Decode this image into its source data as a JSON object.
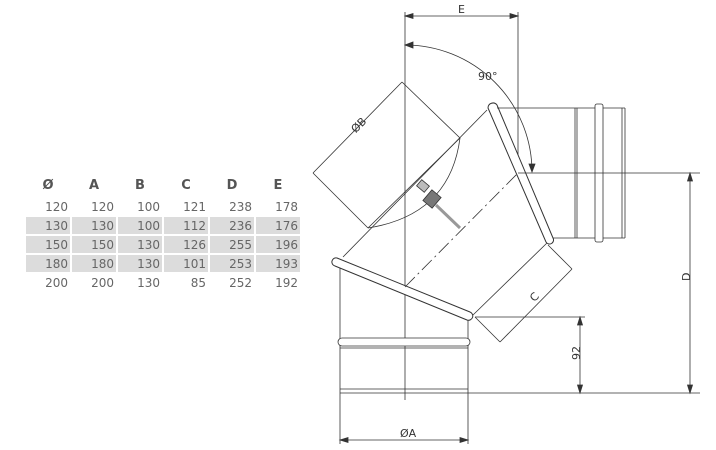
{
  "table": {
    "headers": [
      "Ø",
      "A",
      "B",
      "C",
      "D",
      "E"
    ],
    "rows": [
      [
        "120",
        "120",
        "100",
        "121",
        "238",
        "178"
      ],
      [
        "130",
        "130",
        "100",
        "112",
        "236",
        "176"
      ],
      [
        "150",
        "150",
        "130",
        "126",
        "255",
        "196"
      ],
      [
        "180",
        "180",
        "130",
        "101",
        "253",
        "193"
      ],
      [
        "200",
        "200",
        "130",
        "85",
        "252",
        "192"
      ]
    ]
  },
  "drawing": {
    "label_e": "E",
    "label_angle": "90°",
    "label_b": "ØB",
    "label_c": "C",
    "label_d": "D",
    "label_92": "92",
    "label_a": "ØA"
  }
}
